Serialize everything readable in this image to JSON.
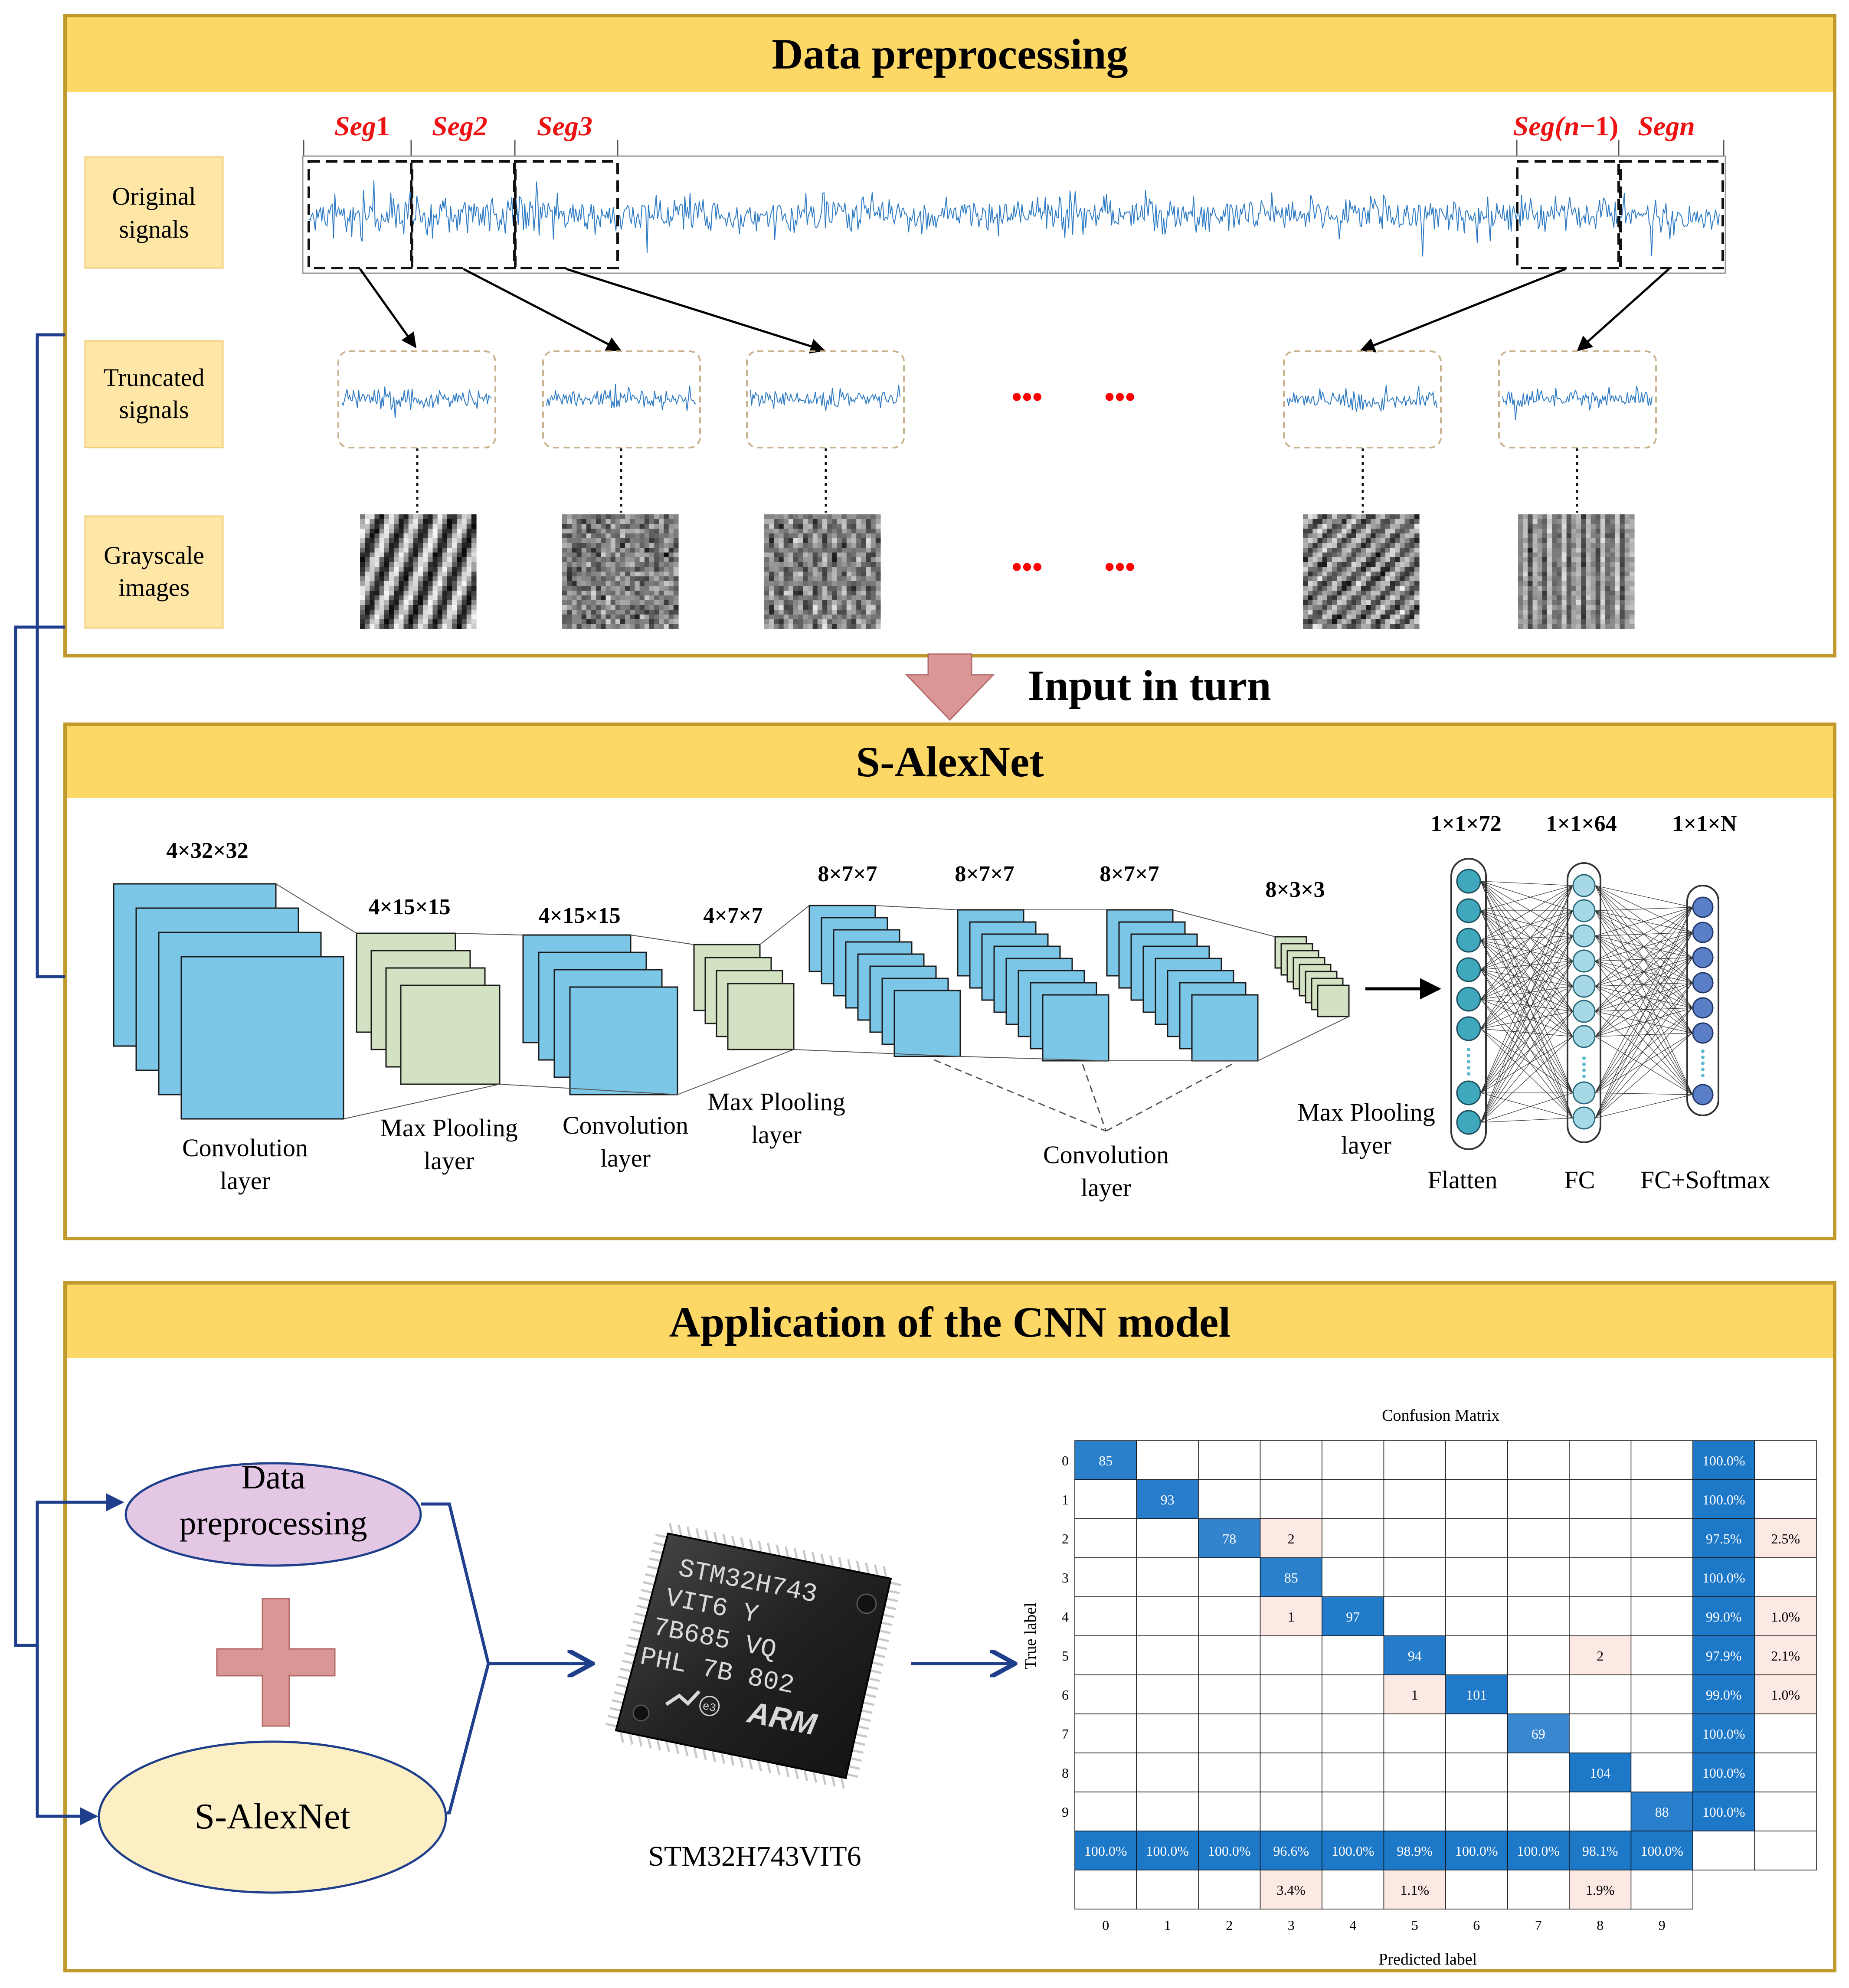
{
  "sections": {
    "preprocessing": {
      "title": "Data preprocessing"
    },
    "arrow_label": "Input in turn",
    "salexnet": {
      "title": "S-AlexNet"
    },
    "application": {
      "title": "Application of the CNN model"
    }
  },
  "row_labels": {
    "original": [
      "Original",
      "signals"
    ],
    "truncated": [
      "Truncated",
      "signals"
    ],
    "grayscale": [
      "Grayscale",
      "images"
    ]
  },
  "segments": {
    "seg1": {
      "pre": "Seg",
      "post": "1"
    },
    "seg2": {
      "pre": "Seg",
      "post": "2"
    },
    "seg3": {
      "pre": "Seg",
      "post": "3"
    },
    "segn1_a": "Seg(",
    "segn1_n": "n",
    "segn1_b": "−1)",
    "segn_a": "Seg",
    "segn_b": "n"
  },
  "ellipsis": "•••",
  "network": {
    "dims": {
      "conv1": "4×32×32",
      "pool1": "4×15×15",
      "conv2": "4×15×15",
      "pool2": "4×7×7",
      "conv3": "8×7×7",
      "conv4": "8×7×7",
      "conv5": "8×7×7",
      "pool3": "8×3×3",
      "flatten": "1×1×72",
      "fc": "1×1×64",
      "out": "1×1×N"
    },
    "labels": {
      "conv1": [
        "Convolution",
        "layer"
      ],
      "pool1": [
        "Max Plooling",
        "layer"
      ],
      "conv2": [
        "Convolution",
        "layer"
      ],
      "pool2": [
        "Max Plooling",
        "layer"
      ],
      "conv345": [
        "Convolution",
        "layer"
      ],
      "pool3": [
        "Max Plooling",
        "layer"
      ],
      "flatten": "Flatten",
      "fc": "FC",
      "softmax": "FC+Softmax"
    }
  },
  "application": {
    "preproc_label": [
      "Data",
      "preprocessing"
    ],
    "salexnet_label": "S-AlexNet",
    "chip_name": "STM32H743VIT6",
    "chip_marking": [
      "STM32H743",
      "VIT6      Y",
      "7B685  VQ",
      "PHL    7B  802"
    ],
    "chip_logo": "ARM",
    "chip_e3": "e3"
  },
  "colors": {
    "header_fill": "#FDD866",
    "panel_border": "#C19A2E",
    "label_box": "#FDE6A6",
    "signal": "#2E7BC4",
    "conv_blue": "#7CC6E8",
    "pool_green": "#D3E2C2",
    "dot_red": "#FF0000",
    "big_arrow": "#D99694",
    "flow_line": "#1F3E8C",
    "cm_blue": "#1E78C8",
    "cm_pink": "#FCE9E4",
    "preproc_ellipse": "#E3C7E5",
    "salexnet_ellipse": "#FDEFC4"
  },
  "chart_data": {
    "type": "heatmap",
    "title": "Confusion Matrix",
    "xlabel": "Predicted label",
    "ylabel": "True label",
    "classes": [
      "0",
      "1",
      "2",
      "3",
      "4",
      "5",
      "6",
      "7",
      "8",
      "9"
    ],
    "matrix": [
      [
        85,
        0,
        0,
        0,
        0,
        0,
        0,
        0,
        0,
        0
      ],
      [
        0,
        93,
        0,
        0,
        0,
        0,
        0,
        0,
        0,
        0
      ],
      [
        0,
        0,
        78,
        2,
        0,
        0,
        0,
        0,
        0,
        0
      ],
      [
        0,
        0,
        0,
        85,
        0,
        0,
        0,
        0,
        0,
        0
      ],
      [
        0,
        0,
        0,
        1,
        97,
        0,
        0,
        0,
        0,
        0
      ],
      [
        0,
        0,
        0,
        0,
        0,
        94,
        0,
        0,
        2,
        0
      ],
      [
        0,
        0,
        0,
        0,
        0,
        1,
        101,
        0,
        0,
        0
      ],
      [
        0,
        0,
        0,
        0,
        0,
        0,
        0,
        69,
        0,
        0
      ],
      [
        0,
        0,
        0,
        0,
        0,
        0,
        0,
        0,
        104,
        0
      ],
      [
        0,
        0,
        0,
        0,
        0,
        0,
        0,
        0,
        0,
        88
      ]
    ],
    "row_correct": [
      "100.0%",
      "100.0%",
      "97.5%",
      "100.0%",
      "99.0%",
      "97.9%",
      "99.0%",
      "100.0%",
      "100.0%",
      "100.0%"
    ],
    "row_error": [
      "",
      "",
      "2.5%",
      "",
      "1.0%",
      "2.1%",
      "1.0%",
      "",
      "",
      ""
    ],
    "col_correct": [
      "100.0%",
      "100.0%",
      "100.0%",
      "96.6%",
      "100.0%",
      "98.9%",
      "100.0%",
      "100.0%",
      "98.1%",
      "100.0%"
    ],
    "col_error": [
      "",
      "",
      "",
      "3.4%",
      "",
      "1.1%",
      "",
      "",
      "1.9%",
      ""
    ]
  }
}
